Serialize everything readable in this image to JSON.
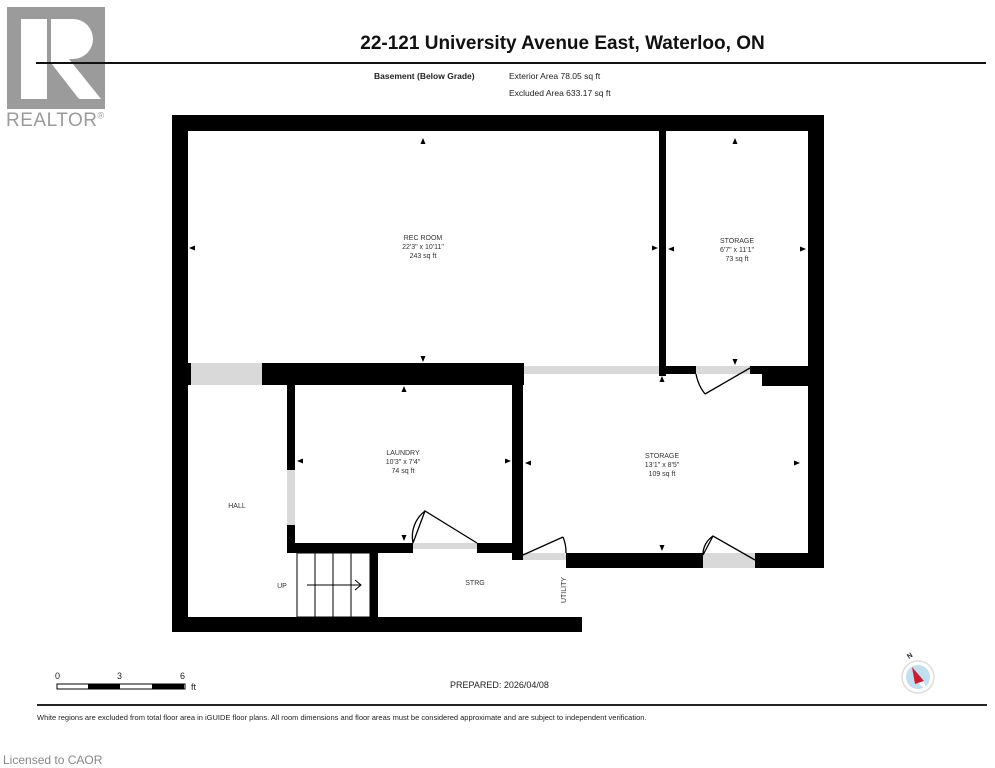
{
  "branding": {
    "logo_letter": "R",
    "logo_text": "REALTOR",
    "registered": "®",
    "licensed": "Licensed to CAOR"
  },
  "header": {
    "title": "22-121 University Avenue East, Waterloo, ON",
    "floor_label": "Basement (Below Grade)",
    "exterior_area": "Exterior Area 78.05 sq ft",
    "excluded_area": "Excluded Area 633.17 sq ft"
  },
  "rooms": [
    {
      "name": "REC ROOM",
      "dims": "22'3\" x 10'11\"",
      "area": "243 sq ft"
    },
    {
      "name": "STORAGE",
      "dims": "6'7\" x 11'1\"",
      "area": "73 sq ft"
    },
    {
      "name": "LAUNDRY",
      "dims": "10'3\" x 7'4\"",
      "area": "74 sq ft"
    },
    {
      "name": "STORAGE",
      "dims": "13'1\" x 8'5\"",
      "area": "109 sq ft"
    },
    {
      "name": "HALL"
    },
    {
      "name": "UP"
    },
    {
      "name": "STRG"
    },
    {
      "name": "UTILITY"
    }
  ],
  "scale_bar": {
    "ticks": [
      "0",
      "3",
      "6"
    ],
    "unit": "ft"
  },
  "compass": {
    "label": "N",
    "colors": {
      "ring": "#bfe0f2",
      "needle": "#d01c2a"
    }
  },
  "prepared": "PREPARED: 2026/04/08",
  "disclaimer": "White regions are excluded from total floor area in iGUIDE floor plans. All room dimensions and floor areas must be considered approximate and are subject to independent verification.",
  "colors": {
    "wall": "#000000",
    "opening": "#d9d9d9",
    "logo": "#9b9b9b"
  }
}
